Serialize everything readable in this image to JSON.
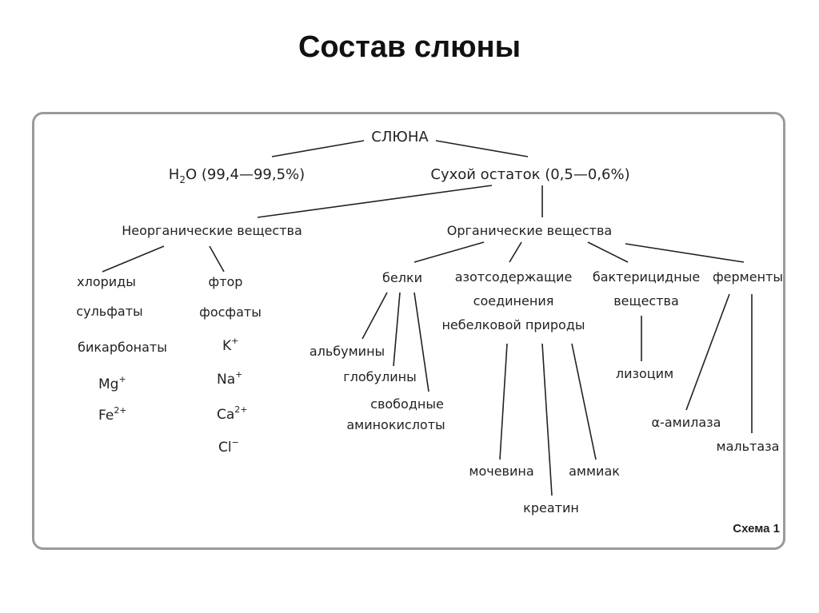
{
  "title": "Состав слюны",
  "root": "СЛЮНА",
  "water_h": "H",
  "water_sub": "2",
  "water_rest": "O (99,4—99,5%)",
  "dry_residue": "Сухой остаток (0,5—0,6%)",
  "inorganic": "Неорганические вещества",
  "organic": "Органические вещества",
  "inorganic_left": [
    "хлориды",
    "сульфаты",
    "бикарбонаты"
  ],
  "mg_base": "Mg",
  "mg_sup": "+",
  "fe_base": "Fe",
  "fe_sup": "2+",
  "inorganic_right": [
    "фтор",
    "фосфаты"
  ],
  "k_base": "K",
  "k_sup": "+",
  "na_base": "Na",
  "na_sup": "+",
  "ca_base": "Ca",
  "ca_sup": "2+",
  "cl_base": "Cl",
  "cl_sup": "−",
  "proteins": "белки",
  "albumins": "альбумины",
  "globulins": "глобулины",
  "amino_1": "свободные",
  "amino_2": "аминокислоты",
  "nitrogen": [
    "азотсодержащие",
    "соединения",
    "небелковой природы"
  ],
  "urea": "мочевина",
  "creatine": "креатин",
  "ammonia": "аммиак",
  "bactericidal": [
    "бактерицидные",
    "вещества"
  ],
  "lysozyme": "лизоцим",
  "enzymes": "ферменты",
  "amylase": "α-амилаза",
  "maltase": "мальтаза",
  "scheme_label": "Схема 1"
}
